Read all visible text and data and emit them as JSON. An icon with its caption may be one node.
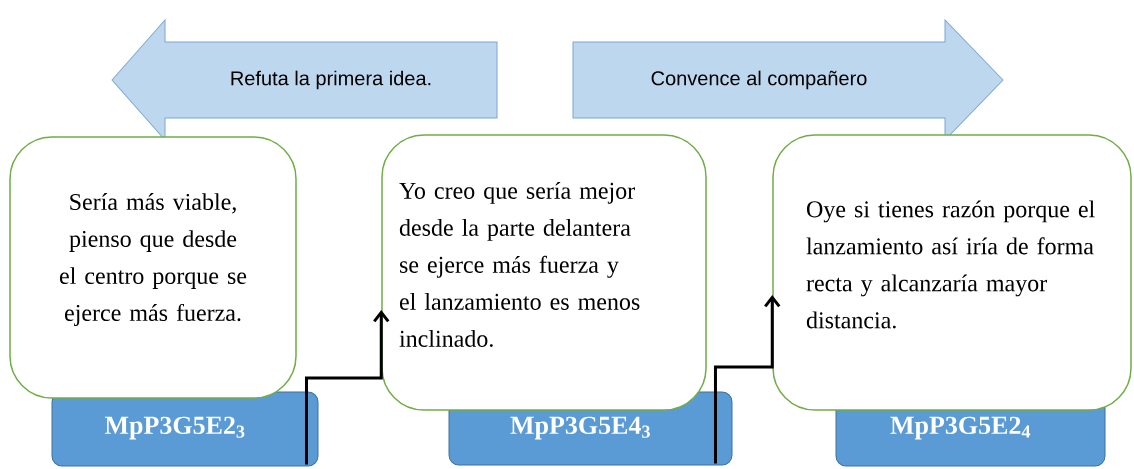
{
  "diagram": {
    "nodes": [
      {
        "text": [
          "Refuta la primera idea."
        ]
      },
      {
        "text": [
          "Convence al compañero"
        ]
      },
      {
        "text": [
          "Sería más viable, pienso que desde el centro porque se ejerce más fuerza."
        ]
      },
      {
        "text": [
          "Yo creo que sería mejor desde la parte delantera se ejerce más fuerza y el lanzamiento es menos inclinado."
        ]
      },
      {
        "text": [
          "Oye si tienes razón porque el lanzamiento así iría de forma recta y alcanzaría mayor distancia."
        ]
      },
      {
        "text": [
          "MpP3G5E2$_{3}$"
        ]
      },
      {
        "text": [
          "MpP3G5E4$_{3}$"
        ]
      },
      {
        "text": [
          "MpP3G5E2$_{4}$"
        ]
      }
    ],
    "edges": [
      {
        "from": 5,
        "to": 3,
        "arrow": "to"
      },
      {
        "from": 6,
        "to": 4,
        "arrow": "to"
      }
    ]
  }
}
